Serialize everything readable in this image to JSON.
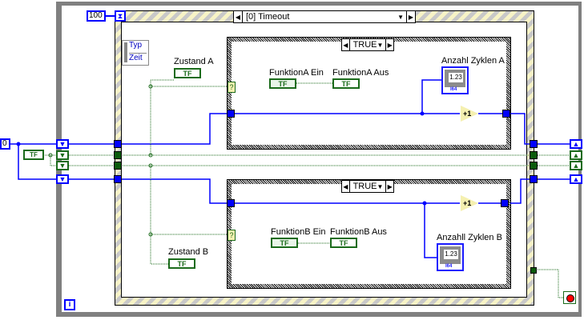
{
  "while_loop": {
    "iteration_terminal": "i",
    "stop_terminal_icon": "stop-icon",
    "constant_zero": "0",
    "boolean_constant": "TF",
    "shift_register_left_icon": "down-triangle-icon",
    "shift_register_right_icon": "up-triangle-icon"
  },
  "event_structure": {
    "timeout_value": "100",
    "timeout_icon": "hourglass-icon",
    "selector_label": "[0] Timeout",
    "event_data": [
      "Typ",
      "Zeit"
    ]
  },
  "case_a": {
    "selector_label": "TRUE",
    "input_label": "Zustand A",
    "func_in_label": "FunktionA Ein",
    "func_out_label": "FunktionA Aus",
    "indicator_label": "Anzahl Zyklen A",
    "indicator_value": "1.23",
    "indicator_type": "I64",
    "increment_label": "+1"
  },
  "case_b": {
    "selector_label": "TRUE",
    "input_label": "Zustand B",
    "func_in_label": "FunktionB Ein",
    "func_out_label": "FunktionB Aus",
    "indicator_label": "Anzahll Zyklen B",
    "indicator_value": "1.23",
    "indicator_type": "I64",
    "increment_label": "+1"
  },
  "boolean_tag": "TF",
  "case_selector_glyph": "?"
}
